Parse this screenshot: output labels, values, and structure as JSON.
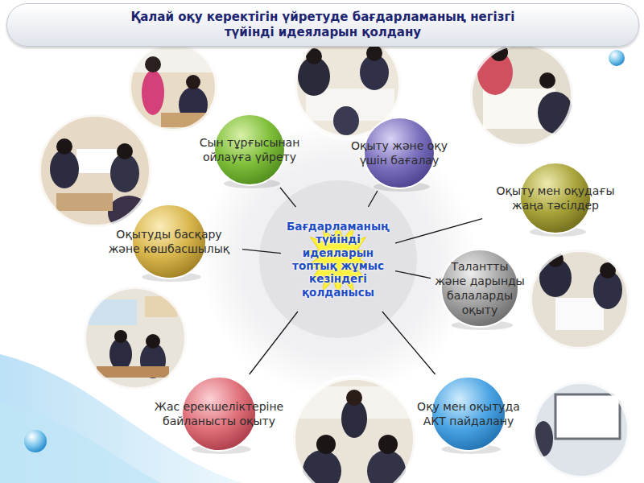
{
  "diagram": {
    "title": "Қалай оқу керектігін үйретуде бағдарламаның негізгі түйінді идеяларын қолдану",
    "nodes": [
      {
        "text": [
          "Сын тұрғысынан ойлауға үйрету"
        ]
      },
      {
        "text": [
          "Оқыту және оқу үшін бағалау"
        ]
      },
      {
        "text": [
          "Оқыту мен оқудағы жаңа тәсілдер"
        ]
      },
      {
        "text": [
          "Оқытуды басқару және көшбасшылық"
        ]
      },
      {
        "text": [
          "Бағдарламаның түйінді идеяларын топтық жұмыс кезіндегі қолданысы"
        ]
      },
      {
        "text": [
          "Талантты және дарынды балаларды оқыту"
        ]
      },
      {
        "text": [
          "Жас ерекшеліктеріне байланысты оқыту"
        ]
      },
      {
        "text": [
          "Оқу мен оқытуда АКТ пайдалану"
        ]
      }
    ],
    "edges": [
      {
        "from": 4,
        "to": 0,
        "arrow": "none"
      },
      {
        "from": 4,
        "to": 1,
        "arrow": "none"
      },
      {
        "from": 4,
        "to": 2,
        "arrow": "none"
      },
      {
        "from": 4,
        "to": 3,
        "arrow": "none"
      },
      {
        "from": 4,
        "to": 5,
        "arrow": "none"
      },
      {
        "from": 4,
        "to": 6,
        "arrow": "none"
      },
      {
        "from": 4,
        "to": 7,
        "arrow": "none"
      }
    ]
  }
}
